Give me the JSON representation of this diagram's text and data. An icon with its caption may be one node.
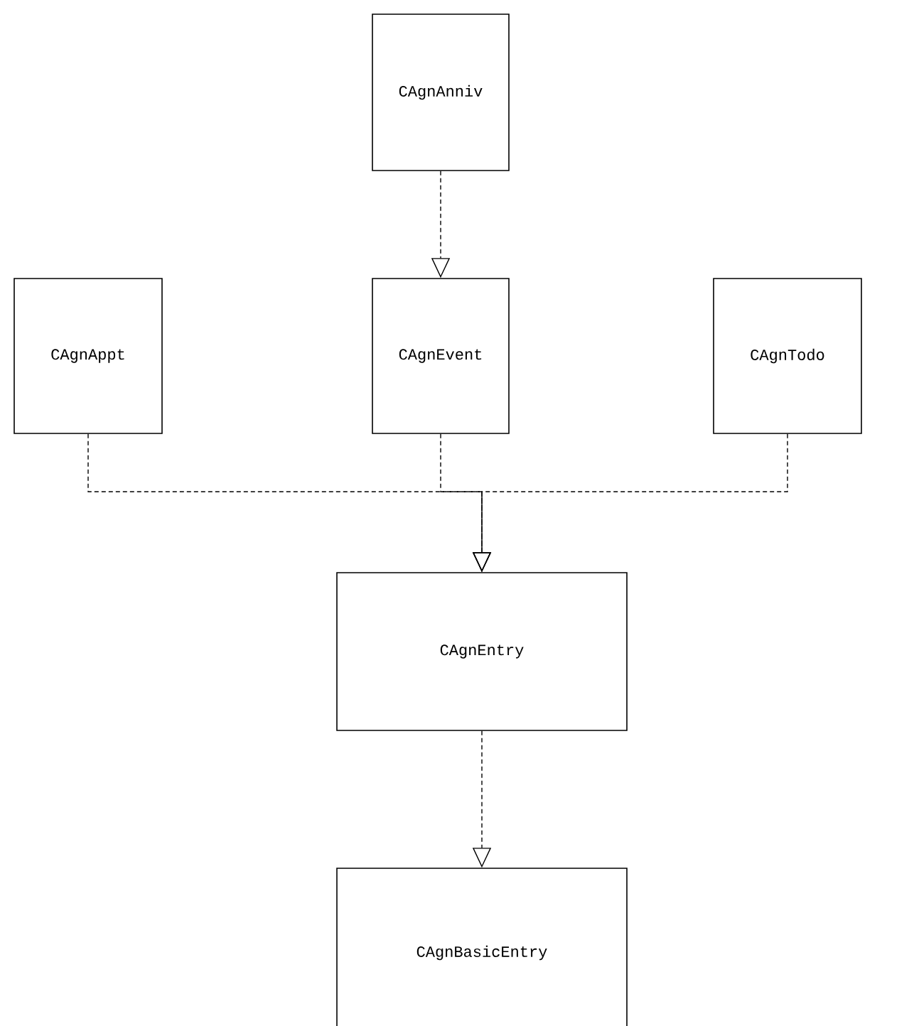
{
  "diagram": {
    "nodes": [
      {
        "text": [
          "CAgnAnniv"
        ]
      },
      {
        "text": [
          "CAgnAppt"
        ]
      },
      {
        "text": [
          "CAgnEvent"
        ]
      },
      {
        "text": [
          "CAgnTodo"
        ]
      },
      {
        "text": [
          "CAgnEntry"
        ]
      },
      {
        "text": [
          "CAgnBasicEntry"
        ]
      }
    ],
    "edges": [
      {
        "from": 0,
        "to": 2,
        "arrow": "to",
        "style": "dashed"
      },
      {
        "from": 1,
        "to": 4,
        "arrow": "to",
        "style": "dashed"
      },
      {
        "from": 2,
        "to": 4,
        "arrow": "to",
        "style": "dashed"
      },
      {
        "from": 3,
        "to": 4,
        "arrow": "to",
        "style": "dashed"
      },
      {
        "from": 4,
        "to": 5,
        "arrow": "to",
        "style": "dashed"
      }
    ]
  }
}
